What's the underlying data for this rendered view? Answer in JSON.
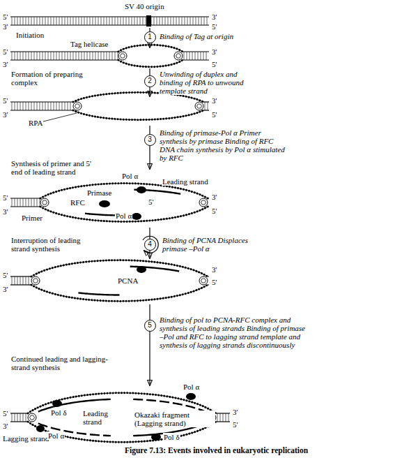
{
  "diagram": {
    "caption": "Figure 7.13: Events involved in eukaryotic replication",
    "nodes": [
      {
        "text": [
          "1"
        ]
      },
      {
        "text": [
          "2"
        ]
      },
      {
        "text": [
          "3"
        ]
      },
      {
        "text": [
          "4"
        ]
      },
      {
        "text": [
          "5"
        ]
      }
    ],
    "labels": [
      "SV 40 origin",
      "5'",
      "3'",
      "3'",
      "5'",
      "Initiation",
      "Binding of Tag at origin",
      "Tag helicase",
      "5'",
      "3'",
      "3'",
      "5'",
      "Formation of preparing complex",
      "Unwinding of duplex and binding of RPA to unwound template strand",
      "5'",
      "3'",
      "3'",
      "5'",
      "RPA",
      "Binding of primase-Pol α Primer synthesis by primase Binding of RFC DNA chain synthesis by Pol α stimulated by RFC",
      "Synthesis of primer and 5' end of leading strand",
      "Pol α",
      "Leading strand",
      "5'",
      "3'",
      "RFC",
      "Primase",
      "5'",
      "3'",
      "5'",
      "Pol α",
      "Primer",
      "Interruption of leading strand synthesis",
      "Binding of PCNA Displaces primase –Pol α",
      "5'",
      "3'",
      "3'",
      "5'",
      "PCNA",
      "Binding of pol to PCNA-RFC complex and synthesis of leading strands Binding of primase –Pol and RFC to lagging strand template and synthesis of lagging strands discontinuously",
      "Continued leading and lagging- strand synthesis",
      "Pol α",
      "5'",
      "3'",
      "Pol δ",
      "Leading strand",
      "Okazaki fragment (Lagging strand)",
      "3'",
      "5'",
      "Lagging strand",
      "Pol α",
      "Pol δ"
    ]
  }
}
